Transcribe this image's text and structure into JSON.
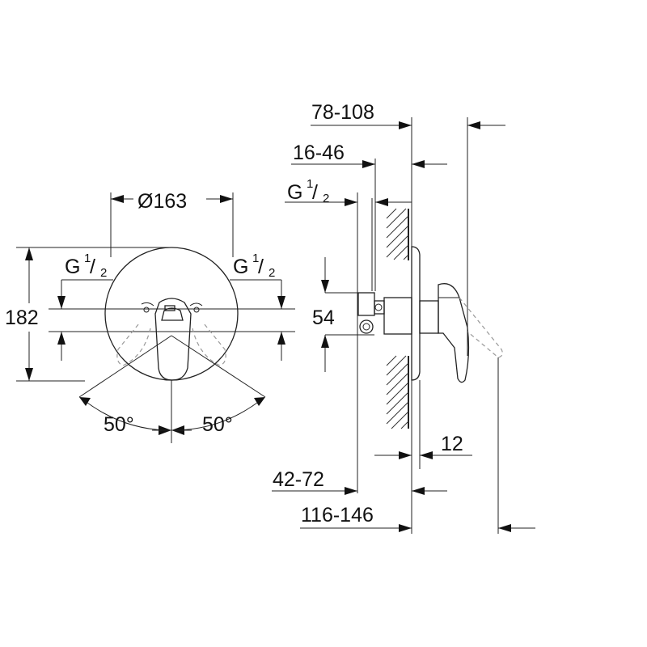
{
  "front_view": {
    "diameter_label": "Ø163",
    "height_label": "182",
    "left_thread": {
      "main": "G",
      "num": "1",
      "den": "2"
    },
    "right_thread": {
      "main": "G",
      "num": "1",
      "den": "2"
    },
    "angle_left": "50°",
    "angle_right": "50°"
  },
  "side_view": {
    "dim_78_108": "78-108",
    "dim_16_46": "16-46",
    "thread": {
      "main": "G",
      "num": "1",
      "den": "2"
    },
    "dim_54": "54",
    "dim_12": "12",
    "dim_42_72": "42-72",
    "dim_116_146": "116-146"
  }
}
